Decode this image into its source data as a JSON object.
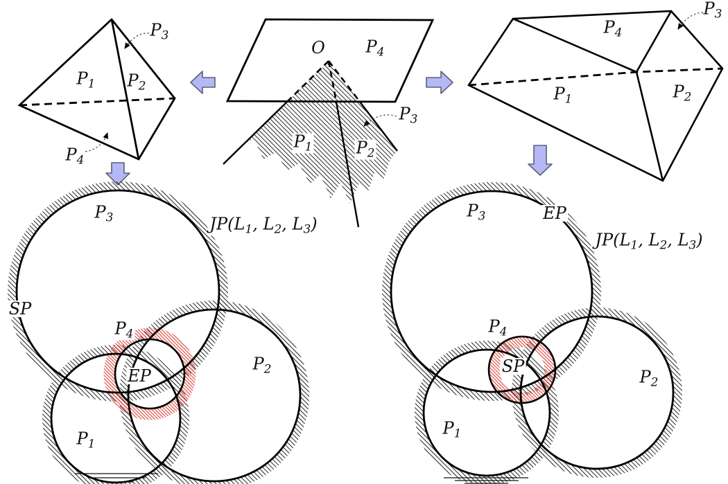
{
  "colors": {
    "line": "#000000",
    "hatch_gray": "#222222",
    "hatch_red": "#e25048",
    "arrow_fill": "#b4b8f5",
    "arrow_stroke": "#5d5f78"
  },
  "tetra": {
    "p1": {
      "b": "P",
      "s": "1"
    },
    "p2": {
      "b": "P",
      "s": "2"
    },
    "p3": {
      "b": "P",
      "s": "3"
    },
    "p4": {
      "b": "P",
      "s": "4"
    }
  },
  "plane": {
    "o": "O",
    "p4": {
      "b": "P",
      "s": "4"
    },
    "p3": {
      "b": "P",
      "s": "3"
    },
    "p1": {
      "b": "P",
      "s": "1"
    },
    "p2": {
      "b": "P",
      "s": "2"
    }
  },
  "prism": {
    "p4": {
      "b": "P",
      "s": "4"
    },
    "p3": {
      "b": "P",
      "s": "3"
    },
    "p1": {
      "b": "P",
      "s": "1"
    },
    "p2": {
      "b": "P",
      "s": "2"
    }
  },
  "venn_left": {
    "p3": {
      "b": "P",
      "s": "3"
    },
    "jp": {
      "t0": "JP(L",
      "s1": "1",
      "t1": ", L",
      "s2": "2",
      "t2": ", L",
      "s3": "3",
      "t3": ")"
    },
    "sp": "SP",
    "p4": {
      "b": "P",
      "s": "4"
    },
    "ep": "EP",
    "p2": {
      "b": "P",
      "s": "2"
    },
    "p1": {
      "b": "P",
      "s": "1"
    }
  },
  "venn_right": {
    "p3": {
      "b": "P",
      "s": "3"
    },
    "ep": "EP",
    "jp": {
      "t0": "JP(L",
      "s1": "1",
      "t1": ", L",
      "s2": "2",
      "t2": ", L",
      "s3": "3",
      "t3": ")"
    },
    "p4": {
      "b": "P",
      "s": "4"
    },
    "sp": "SP",
    "p2": {
      "b": "P",
      "s": "2"
    },
    "p1": {
      "b": "P",
      "s": "1"
    }
  }
}
